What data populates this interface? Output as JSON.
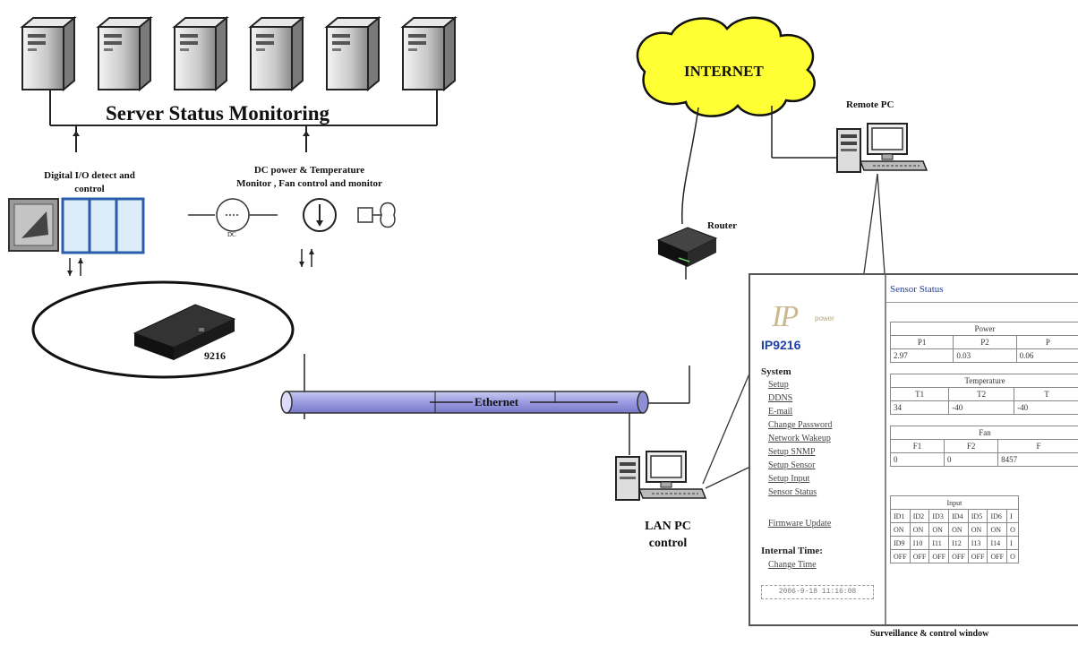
{
  "labels": {
    "server_status": "Server Status Monitoring",
    "digital_io": [
      "Digital I/O detect and",
      "control"
    ],
    "dc_power": [
      "DC power &  Temperature",
      "Monitor , Fan control and monitor"
    ],
    "dc_symbol": "DC",
    "device_9216": "9216",
    "ethernet": "Ethernet",
    "internet": "INTERNET",
    "remote_pc": "Remote PC",
    "router": "Router",
    "lan_pc": [
      "LAN PC",
      "control"
    ],
    "surveillance_caption": "Surveillance & control window"
  },
  "window": {
    "logo": "IP",
    "logo_sub": "power",
    "device": "IP9216",
    "system_heading": "System",
    "menu": [
      "Setup",
      "DDNS",
      "E-mail",
      "Change Password",
      "Network Wakeup",
      "Setup SNMP",
      "Setup Sensor",
      "Setup Input",
      "Sensor Status"
    ],
    "firmware": "Firmware Update",
    "time_heading": "Internal Time:",
    "change_time": "Change Time",
    "clock": "2006-9-18 11:16:08",
    "sensor_title": "Sensor Status",
    "power": {
      "title": "Power",
      "headers": [
        "P1",
        "P2",
        "P"
      ],
      "values": [
        "2.97",
        "0.03",
        "0.06"
      ]
    },
    "temperature": {
      "title": "Temperature",
      "headers": [
        "T1",
        "T2",
        "T"
      ],
      "values": [
        "34",
        "-40",
        "-40"
      ]
    },
    "fan": {
      "title": "Fan",
      "headers": [
        "F1",
        "F2",
        "F"
      ],
      "values": [
        "0",
        "0",
        "8457"
      ]
    },
    "input": {
      "title": "Input",
      "row1_ids": [
        "ID1",
        "ID2",
        "ID3",
        "ID4",
        "ID5",
        "ID6",
        "I"
      ],
      "row1_vals": [
        "ON",
        "ON",
        "ON",
        "ON",
        "ON",
        "ON",
        "O"
      ],
      "row2_ids": [
        "ID9",
        "I10",
        "I11",
        "I12",
        "I13",
        "I14",
        "I"
      ],
      "row2_vals": [
        "OFF",
        "OFF",
        "OFF",
        "OFF",
        "OFF",
        "OFF",
        "O"
      ]
    }
  },
  "colors": {
    "cloud": "#ffff33",
    "ethernet": "#a7a8e8",
    "link_blue": "#1d3fa6"
  }
}
